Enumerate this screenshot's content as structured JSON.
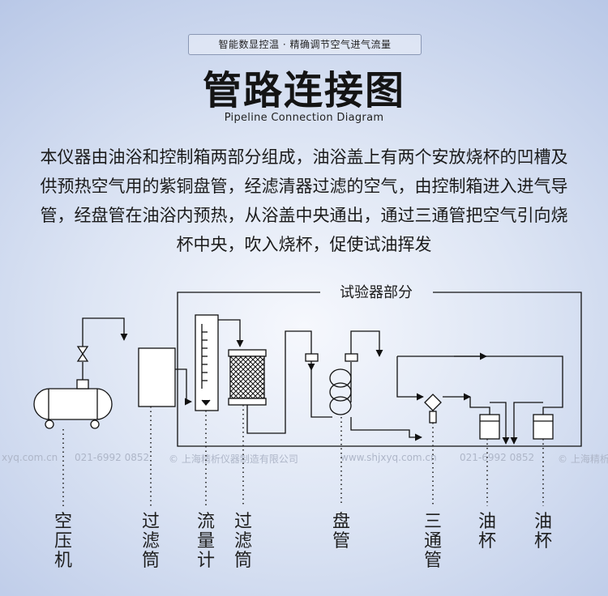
{
  "header": {
    "badge": "智能数显控温 · 精确调节空气进气流量",
    "title": "管路连接图",
    "subtitle": "Pipeline Connection Diagram"
  },
  "description": "本仪器由油浴和控制箱两部分组成，油浴盖上有两个安放烧杯的凹槽及供预热空气用的紫铜盘管，经滤清器过滤的空气，由控制箱进入进气导管，经盘管在油浴内预热，从浴盖中央通出，通过三通管把空气引向烧杯中央，吹入烧杯，促使试油挥发",
  "diagram": {
    "section_label": "试验器部分",
    "components": [
      {
        "id": "compressor",
        "label": "空压机"
      },
      {
        "id": "filter1",
        "label": "过滤筒"
      },
      {
        "id": "flowmeter",
        "label": "流量计"
      },
      {
        "id": "filter2",
        "label": "过滤筒"
      },
      {
        "id": "coil",
        "label": "盘管"
      },
      {
        "id": "tee",
        "label": "三通管"
      },
      {
        "id": "oilcup1",
        "label": "油杯"
      },
      {
        "id": "oilcup2",
        "label": "油杯"
      }
    ]
  },
  "watermarks": [
    "xyq.com.cn",
    "021-6992 0852",
    "© 上海精析仪器制造有限公司",
    "www.shjxyq.com.cn",
    "021-6992 0852",
    "© 上海精析"
  ],
  "colors": {
    "line": "#111111",
    "watermark": "#aeb6c8"
  }
}
